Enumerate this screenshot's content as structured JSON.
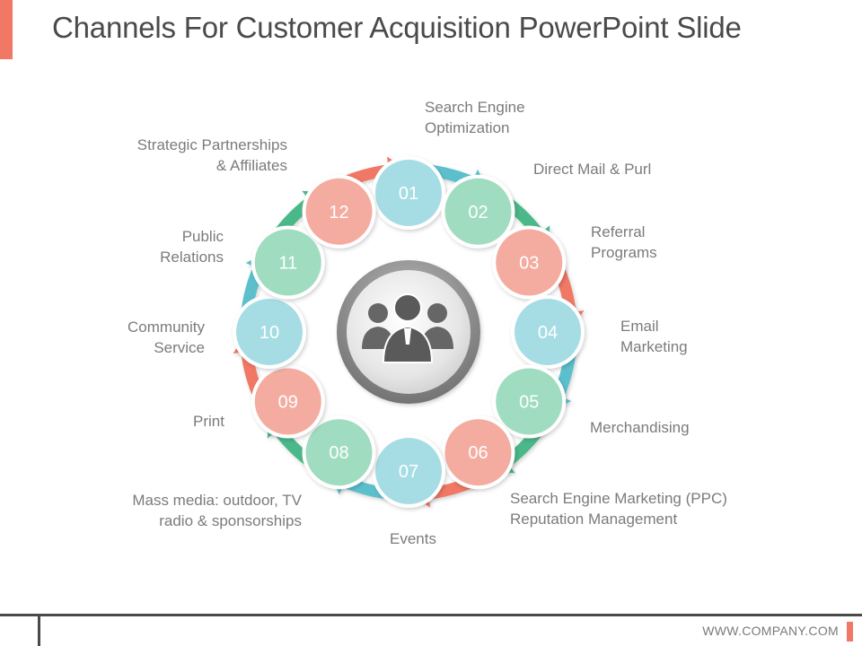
{
  "slide": {
    "title": "Channels For Customer Acquisition PowerPoint Slide",
    "footer_url": "WWW.COMPANY.COM"
  },
  "colors": {
    "teal": "#5bc0cc",
    "green": "#4cb88a",
    "coral": "#f07865",
    "teal_light": "#a6dde4",
    "green_light": "#a0dcc0",
    "coral_light": "#f4aca0",
    "title": "#4a4a4a",
    "label": "#7b7b7b",
    "accent": "#f07865"
  },
  "center": {
    "icon": "people-group-icon"
  },
  "nodes": [
    {
      "num": "01",
      "label": "Search Engine\nOptimization",
      "color": "teal"
    },
    {
      "num": "02",
      "label": "Direct Mail & Purl",
      "color": "green"
    },
    {
      "num": "03",
      "label": "Referral\nPrograms",
      "color": "coral"
    },
    {
      "num": "04",
      "label": "Email\nMarketing",
      "color": "teal"
    },
    {
      "num": "05",
      "label": "Merchandising",
      "color": "green"
    },
    {
      "num": "06",
      "label": "Search Engine Marketing (PPC)\nReputation Management",
      "color": "coral"
    },
    {
      "num": "07",
      "label": "Events",
      "color": "teal"
    },
    {
      "num": "08",
      "label": "Mass media: outdoor, TV\nradio & sponsorships",
      "color": "green"
    },
    {
      "num": "09",
      "label": "Print",
      "color": "coral"
    },
    {
      "num": "10",
      "label": "Community\nService",
      "color": "teal"
    },
    {
      "num": "11",
      "label": "Public\nRelations",
      "color": "green"
    },
    {
      "num": "12",
      "label": "Strategic Partnerships\n& Affiliates",
      "color": "coral"
    }
  ]
}
